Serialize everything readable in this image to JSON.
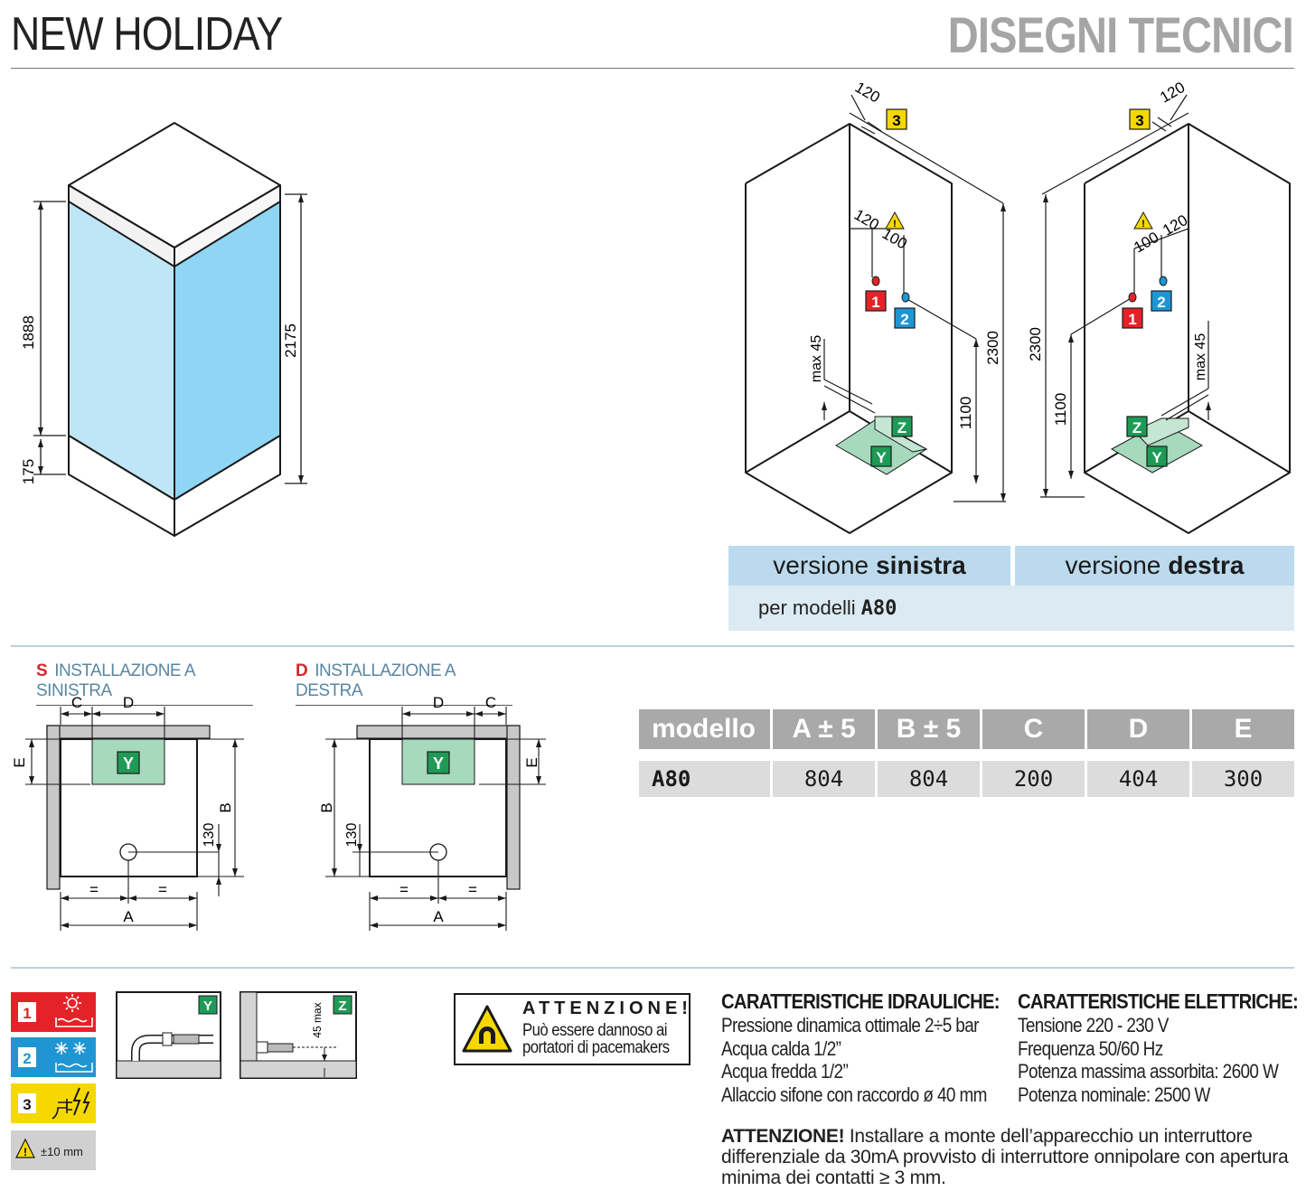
{
  "header": {
    "title": "NEW HOLIDAY",
    "section": "DISEGNI TECNICI"
  },
  "iso_drawing": {
    "dim_top": "1888",
    "dim_base": "175",
    "dim_total": "2175"
  },
  "tech_drawings": {
    "dim_elec": "120",
    "dim_pipe_a": "120",
    "dim_pipe_b": "100",
    "dim_height": "2300",
    "dim_drain_height": "1100",
    "dim_max": "max 45",
    "labels": {
      "one": "1",
      "two": "2",
      "three": "3",
      "y": "Y",
      "z": "Z"
    }
  },
  "versions": {
    "prefix": "versione",
    "left": "sinistra",
    "right": "destra",
    "models_prefix": "per modelli",
    "models": "A80"
  },
  "installations": {
    "left": {
      "letter": "S",
      "title": "INSTALLAZIONE A SINISTRA"
    },
    "right": {
      "letter": "D",
      "title": "INSTALLAZIONE A DESTRA"
    },
    "labels": {
      "a": "A",
      "b": "B",
      "c": "C",
      "d": "D",
      "e": "E",
      "y": "Y",
      "eq": "=",
      "dim130": "130"
    }
  },
  "spec_table": {
    "headers": [
      "modello",
      "A ± 5",
      "B ± 5",
      "C",
      "D",
      "E"
    ],
    "rows": [
      [
        "A80",
        "804",
        "804",
        "200",
        "404",
        "300"
      ]
    ]
  },
  "legend": {
    "hot_num": "1",
    "cold_num": "2",
    "elec_num": "3",
    "tolerance": "±10 mm",
    "y_label": "Y",
    "z_label": "Z",
    "z_dim": "45 max",
    "colors": {
      "hot": "#e42328",
      "cold": "#1f96d3",
      "elec": "#f5d800",
      "tol": "#d0d0d0",
      "green": "#1f9a56"
    }
  },
  "attention_box": {
    "title": "ATTENZIONE!",
    "line1": "Può essere dannoso ai",
    "line2": "portatori di pacemakers"
  },
  "hydraulic": {
    "title": "CARATTERISTICHE IDRAULICHE:",
    "lines": [
      "Pressione dinamica ottimale 2÷5 bar",
      "Acqua calda 1/2”",
      "Acqua fredda 1/2”",
      "Allaccio sifone con raccordo ø 40 mm"
    ]
  },
  "electrical": {
    "title": "CARATTERISTICHE ELETTRICHE:",
    "lines": [
      "Tensione 220 - 230 V",
      "Frequenza 50/60 Hz",
      "Potenza massima assorbita: 2600 W",
      "Potenza nominale: 2500 W"
    ]
  },
  "note": {
    "bold": "ATTENZIONE!",
    "text": " Installare a monte dell’apparecchio un interruttore differenziale da 30mA provvisto di interruttore onnipolare con apertura minima dei contatti ≥ 3 mm."
  }
}
